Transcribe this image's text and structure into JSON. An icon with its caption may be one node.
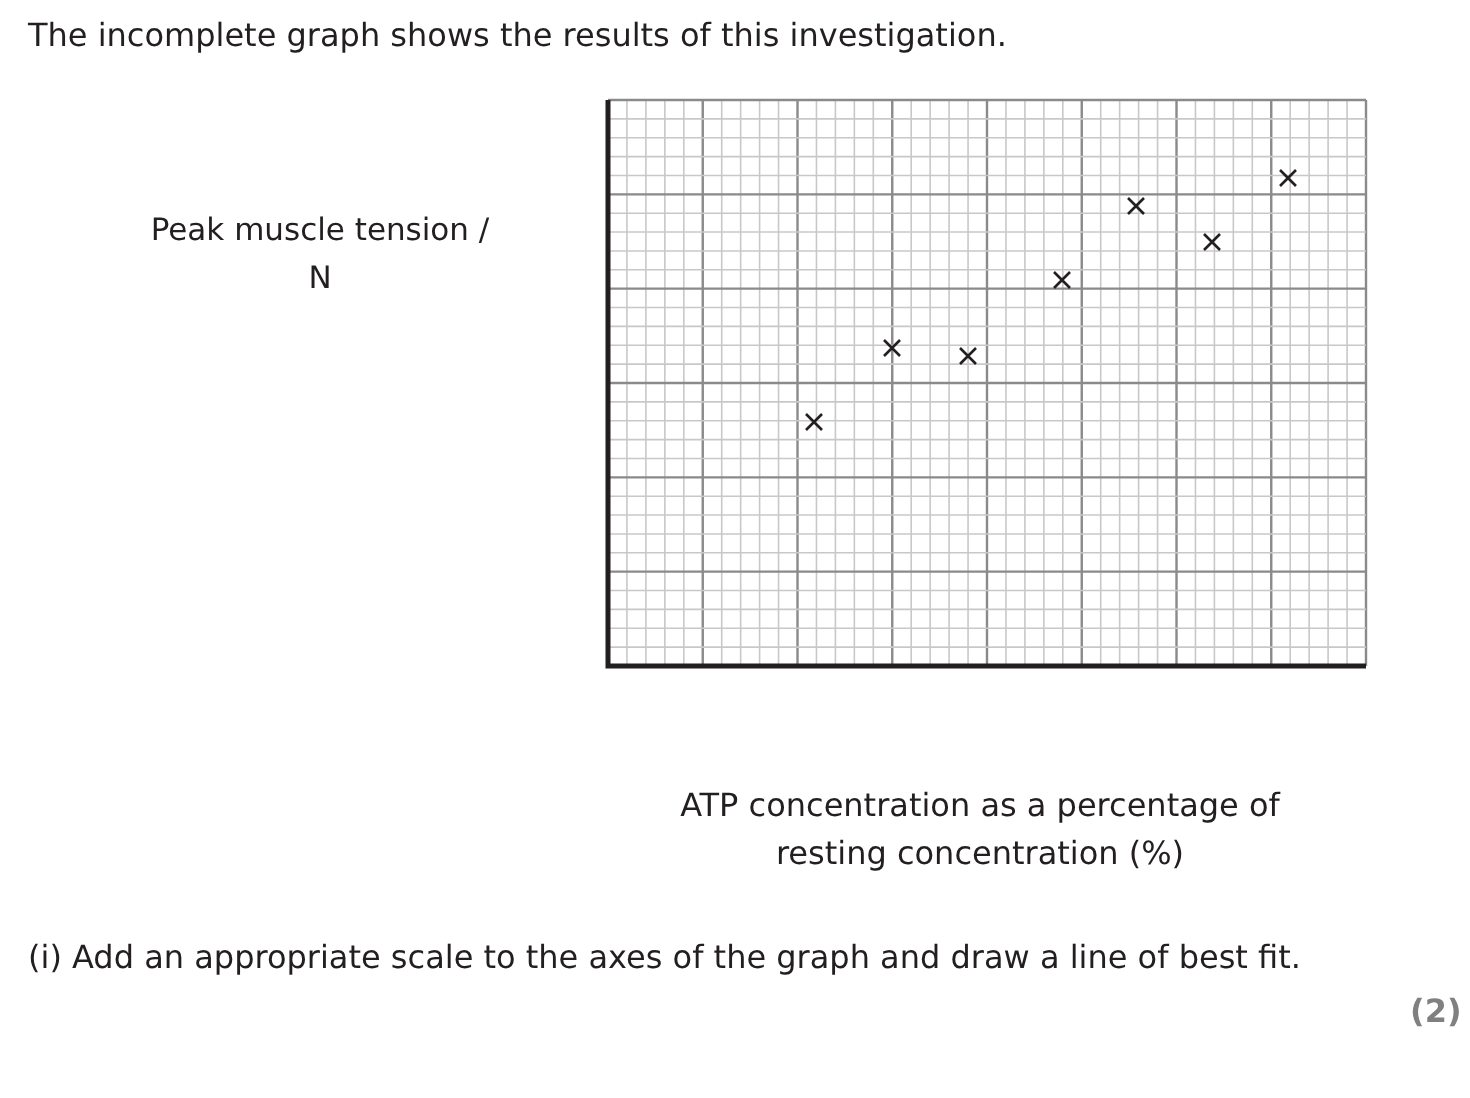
{
  "diagram": {
    "title": "The incomplete graph shows the results of this investigation.",
    "labels": [
      "Peak muscle tension / N",
      "ATP concentration as a percentage of resting concentration (%)",
      "(i) Add an appropriate scale to the axes of the graph and draw a line of best fit.",
      "(2)"
    ]
  }
}
